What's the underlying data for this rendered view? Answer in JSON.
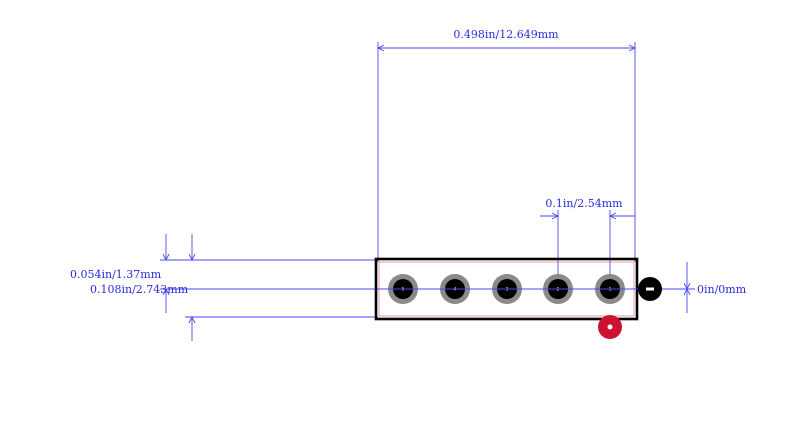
{
  "dimensions": {
    "overall_width": "0.498in/12.649mm",
    "pitch": "0.1in/2.54mm",
    "pad_height": "0.054in/1.37mm",
    "body_height": "0.108in/2.743mm",
    "offset": "0in/0mm"
  },
  "pads": [
    {
      "label": "5"
    },
    {
      "label": "4"
    },
    {
      "label": "3"
    },
    {
      "label": "2"
    },
    {
      "label": "1"
    }
  ],
  "colors": {
    "dimension": "#2b2bdc",
    "outline": "#000000",
    "pad_ring": "#8a8a8a",
    "pad_hole": "#000000",
    "pin1_marker": "#cc1133",
    "origin_marker": "#000000",
    "courtyard": "#e06060"
  }
}
